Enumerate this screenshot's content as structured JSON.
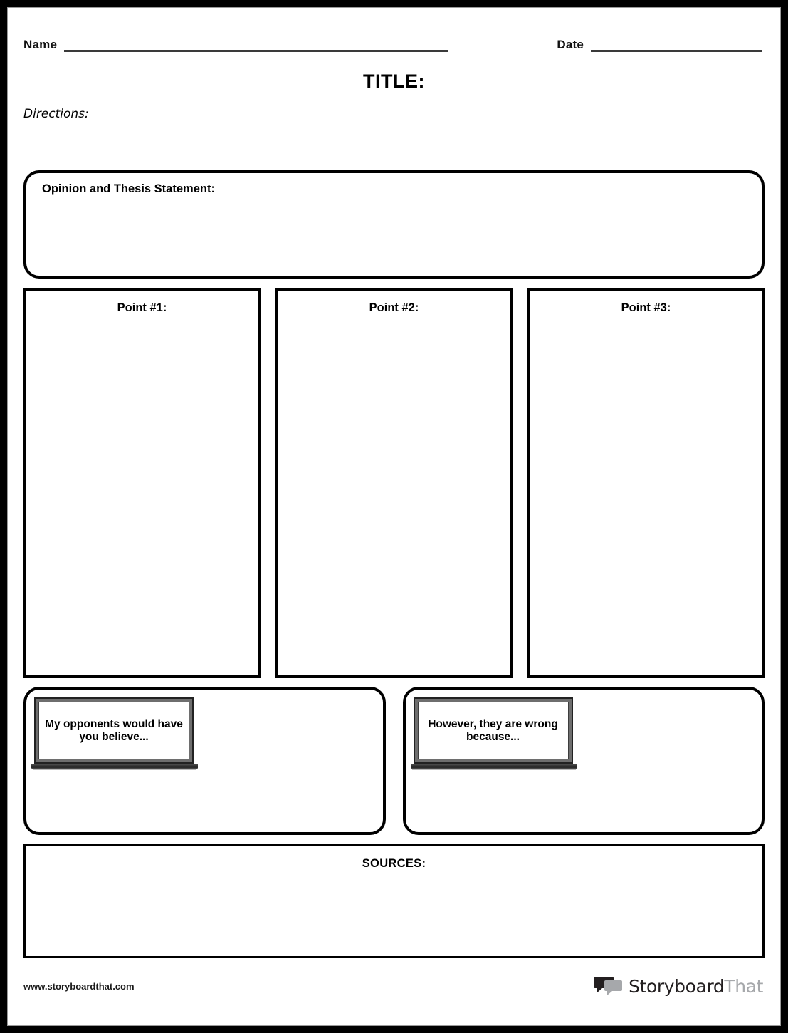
{
  "header": {
    "name_label": "Name",
    "date_label": "Date"
  },
  "title": "TITLE:",
  "directions_label": "Directions:",
  "thesis": {
    "label": "Opinion and Thesis Statement:"
  },
  "points": [
    {
      "label": "Point #1:"
    },
    {
      "label": "Point #2:"
    },
    {
      "label": "Point #3:"
    }
  ],
  "counter_arguments": [
    {
      "board_text": "My opponents would have you believe..."
    },
    {
      "board_text": "However, they are wrong because..."
    }
  ],
  "sources": {
    "label": "SOURCES:"
  },
  "footer": {
    "url": "www.storyboardthat.com",
    "brand_primary": "Storyboard",
    "brand_secondary": "That"
  },
  "colors": {
    "page_border": "#000000",
    "rule": "#3a3a3a",
    "frame_gray": "#6e6e6e",
    "brand_primary": "#231f20",
    "brand_secondary": "#a6a8ab"
  }
}
